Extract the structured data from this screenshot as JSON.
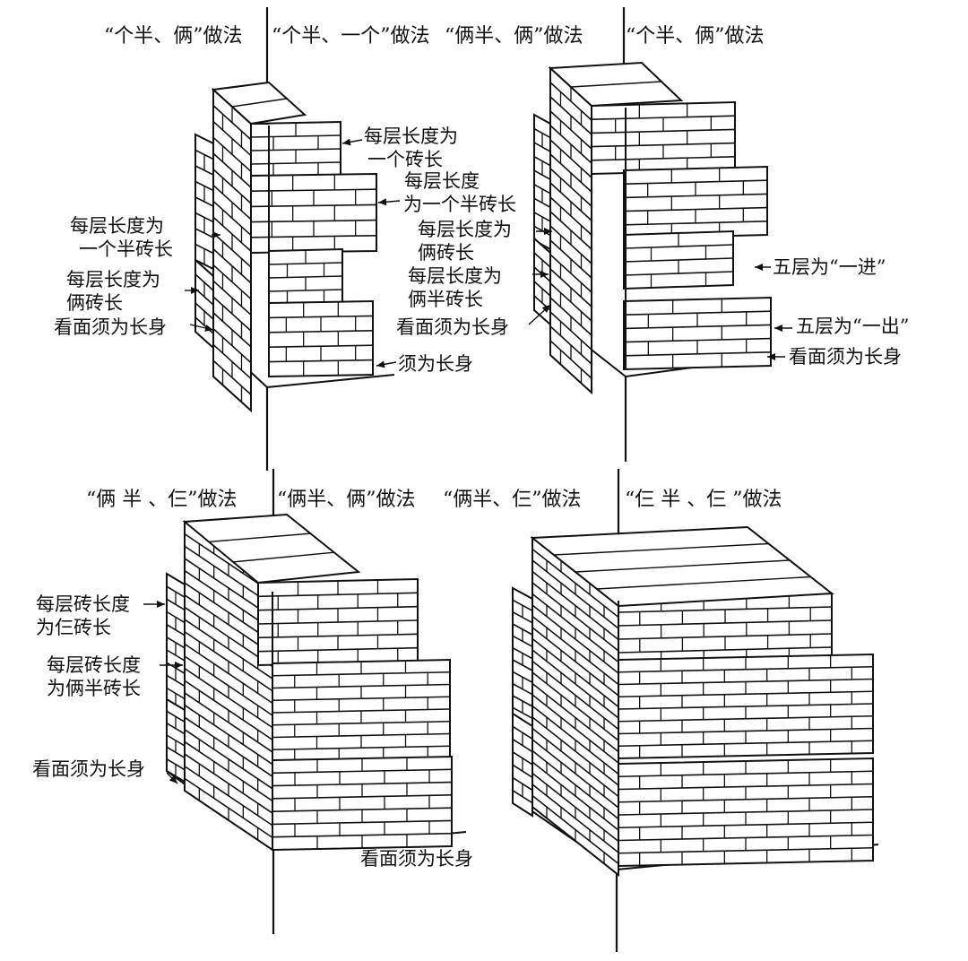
{
  "headers": {
    "d1_left": "“个半、俩”做法",
    "d1_right": "“个半、一个”做法",
    "d2_left": "“俩半、俩”做法",
    "d2_right": "“个半、俩”做法",
    "d3_left": "“俩 半 、仨”做法",
    "d3_right": "“俩半、俩”做法",
    "d4_left": "“俩半、仨”做法",
    "d4_right": "“仨 半 、仨 ”做法"
  },
  "labels": {
    "d1_len_one": [
      "每层长度为",
      "一个砖长"
    ],
    "d1_len_one_half_r": [
      "每层长度",
      "为一个半砖长"
    ],
    "d1_len_one_half_l": [
      "每层长度为",
      "一个半砖长"
    ],
    "d1_len_two": [
      "每层长度为",
      "俩砖长"
    ],
    "d1_face": "看面须为长身",
    "d1_bottom": "须为长身",
    "d2_len_two": [
      "每层长度为",
      "俩砖长"
    ],
    "d2_len_two_half": [
      "每层长度为",
      "俩半砖长"
    ],
    "d2_face": "看面须为长身",
    "d2_in": "五层为“一进”",
    "d2_out": "五层为“一出”",
    "d2_face_r": "看面须为长身",
    "d3_len_three": [
      "每层砖长度",
      "为仨砖长"
    ],
    "d3_len_two_half": [
      "每层砖长度",
      "为俩半砖长"
    ],
    "d3_face": "看面须为长身",
    "d3_bottom": "看面须为长身"
  }
}
